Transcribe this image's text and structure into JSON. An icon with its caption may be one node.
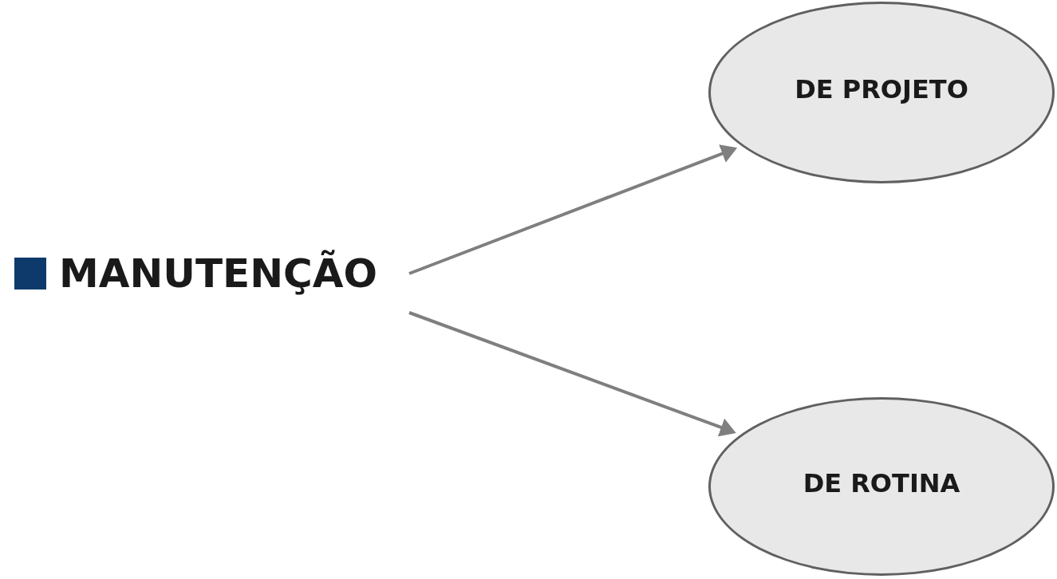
{
  "diagram": {
    "nodes": [
      {
        "text": [
          "MANUTENÇÃO"
        ]
      },
      {
        "text": [
          "DE PROJETO"
        ]
      },
      {
        "text": [
          "DE ROTINA"
        ]
      }
    ],
    "edges": [
      {
        "from": 0,
        "to": 1,
        "arrow": "to"
      },
      {
        "from": 0,
        "to": 2,
        "arrow": "to"
      }
    ]
  }
}
